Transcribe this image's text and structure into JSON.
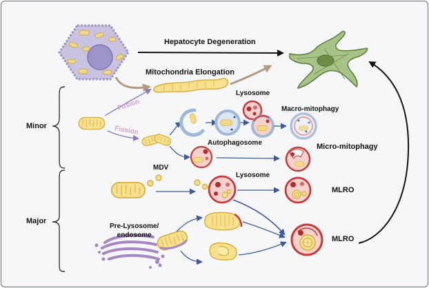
{
  "labels": {
    "hepatocyte_degeneration": "Hepatocyte Degeneration",
    "mitochondria_elongation": "Mitochondria Elongation",
    "lysosome_top": "Lysosome",
    "macro_mitophagy": "Macro-mitophagy",
    "fusion": "Fusion",
    "fission": "Fission",
    "autophagosome": "Autophagosome",
    "micro_mitophagy": "Micro-mitophagy",
    "minor": "Minor",
    "major": "Major",
    "mdv": "MDV",
    "lysosome_mid": "Lysosome",
    "mlro_mid": "MLRO",
    "pre_lysosome_line1": "Pre-Lysosome/",
    "pre_lysosome_line2": "endosome",
    "mlro_bottom": "MLRO"
  },
  "colors": {
    "mito_fill": "#f7e08e",
    "mito_stroke": "#d6ae3c",
    "lysosome_fill": "#f6d2cf",
    "lysosome_ring": "#c73a3a",
    "autophagosome_ring": "#9fb8d8",
    "arrow_blue": "#3e5a9c",
    "arrow_brown": "#b59a7e",
    "fusion_pink": "#d7a1c8",
    "hepatocyte_fill": "#c9c2e0",
    "hsc_fill": "#9fbf7a",
    "golgi_fill": "#a786c4"
  }
}
